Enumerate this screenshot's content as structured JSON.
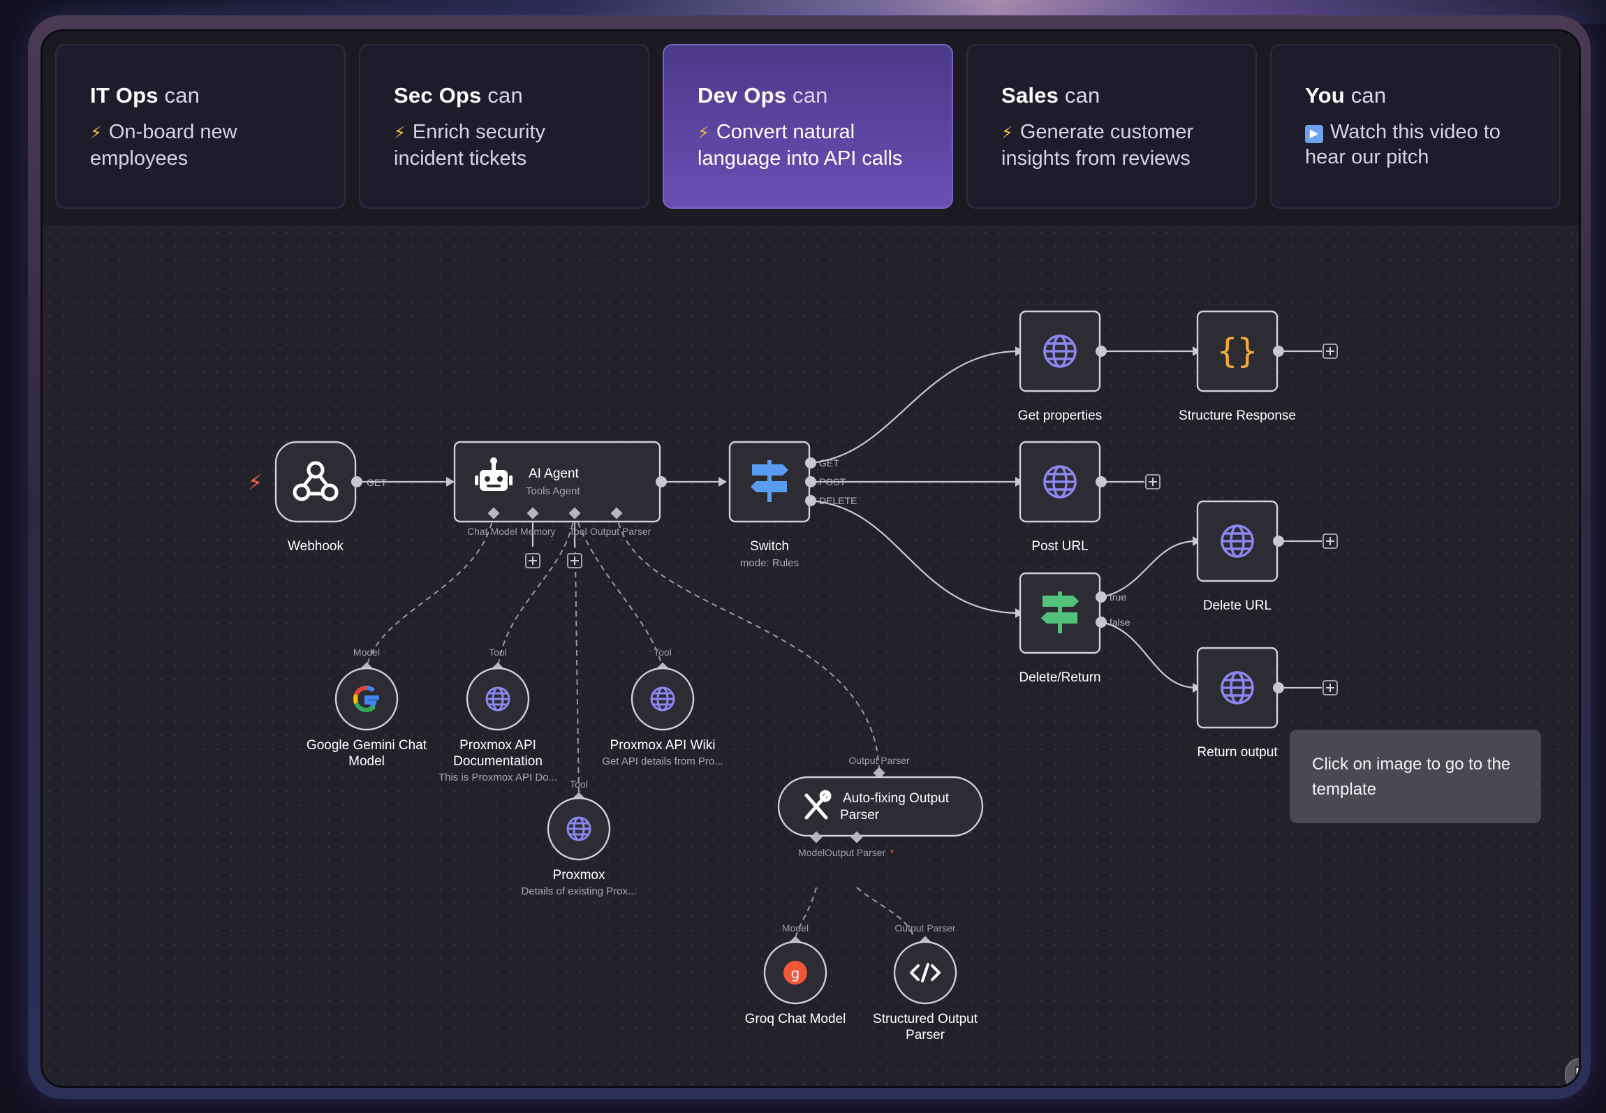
{
  "cards": [
    {
      "team": "IT Ops",
      "can": "can",
      "icon": "bolt-icon",
      "desc": "On-board new employees",
      "active": false
    },
    {
      "team": "Sec Ops",
      "can": "can",
      "icon": "bolt-icon",
      "desc": "Enrich security incident tickets",
      "active": false
    },
    {
      "team": "Dev Ops",
      "can": "can",
      "icon": "bolt-icon",
      "desc": "Convert natural language into API calls",
      "active": true
    },
    {
      "team": "Sales",
      "can": "can",
      "icon": "bolt-icon",
      "desc": "Generate customer insights from reviews",
      "active": false
    },
    {
      "team": "You",
      "can": "can",
      "icon": "play-icon",
      "desc": "Watch this video to hear our pitch",
      "active": false
    }
  ],
  "card_desc_lines": [
    [
      "On-board new",
      "employees"
    ],
    [
      "Enrich security",
      "incident tickets"
    ],
    [
      "Convert natural",
      "language into API calls"
    ],
    [
      "Generate customer",
      "insights from reviews"
    ],
    [
      "Watch this video to",
      "hear our pitch"
    ]
  ],
  "workflow": {
    "nodes": {
      "webhook": {
        "name": "Webhook",
        "icon": "webhook-icon",
        "output_label": "GET"
      },
      "ai_agent": {
        "name": "AI Agent",
        "subtitle": "Tools Agent",
        "icon": "robot-icon",
        "ports": [
          "Chat Model",
          "Memory",
          "Tool",
          "Output Parser"
        ]
      },
      "switch": {
        "name": "Switch",
        "subtitle": "mode: Rules",
        "icon": "signpost-icon",
        "outputs": [
          "GET",
          "POST",
          "DELETE"
        ]
      },
      "get_properties": {
        "name": "Get properties",
        "icon": "globe-icon"
      },
      "structure_response": {
        "name": "Structure Response",
        "icon": "braces-icon"
      },
      "post_url": {
        "name": "Post URL",
        "icon": "globe-icon"
      },
      "delete_return": {
        "name": "Delete/Return",
        "icon": "signpost-icon",
        "outputs": [
          "true",
          "false"
        ]
      },
      "delete_url": {
        "name": "Delete URL",
        "icon": "globe-icon"
      },
      "return_output": {
        "name": "Return output",
        "icon": "globe-icon"
      },
      "gemini": {
        "name_lines": [
          "Google Gemini Chat",
          "Model"
        ],
        "port": "Model",
        "icon": "google-icon"
      },
      "proxmox_doc": {
        "name_lines": [
          "Proxmox API",
          "Documentation"
        ],
        "subtitle": "This is Proxmox API Do...",
        "port": "Tool",
        "icon": "globe-icon"
      },
      "proxmox_wiki": {
        "name": "Proxmox API Wiki",
        "subtitle": "Get API details from Pro...",
        "port": "Tool",
        "icon": "globe-icon"
      },
      "proxmox": {
        "name": "Proxmox",
        "subtitle": "Details of existing Prox...",
        "port": "Tool",
        "icon": "globe-icon"
      },
      "autofix": {
        "name_lines": [
          "Auto-fixing Output",
          "Parser"
        ],
        "port": "Output Parser",
        "icon": "tools-icon",
        "ports": [
          "Model",
          "Output Parser"
        ],
        "required_mark": "*"
      },
      "groq": {
        "name": "Groq Chat Model",
        "port": "Model",
        "icon": "groq-icon"
      },
      "structured_parser": {
        "name_lines": [
          "Structured Output",
          "Parser"
        ],
        "port": "Output Parser",
        "icon": "code-icon"
      }
    }
  },
  "tooltip": {
    "text_lines": [
      "Click on image to go to the",
      "template"
    ]
  },
  "colors": {
    "accent": "#6a4fb4",
    "globe": "#8b86f0",
    "switch_blue": "#5a9cf0",
    "switch_green": "#52c27a",
    "braces": "#f0a83a",
    "trigger": "#e8624a"
  }
}
